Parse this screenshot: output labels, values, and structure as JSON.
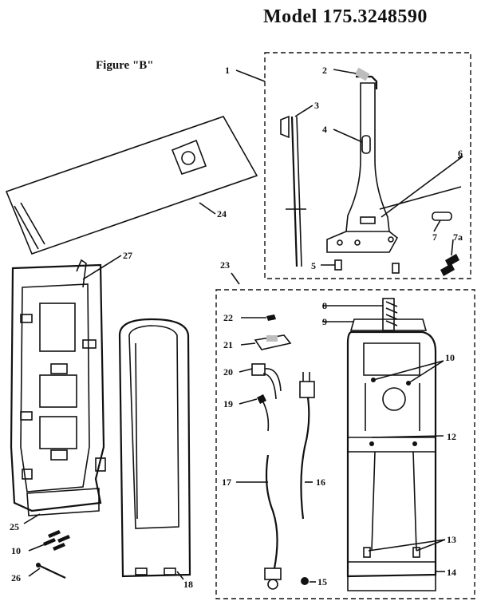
{
  "header": {
    "model": "Model 175.3248590",
    "figure": "Figure \"B\""
  },
  "callouts": [
    {
      "id": "1",
      "text": "1"
    },
    {
      "id": "2",
      "text": "2"
    },
    {
      "id": "3",
      "text": "3"
    },
    {
      "id": "4",
      "text": "4"
    },
    {
      "id": "5",
      "text": "5"
    },
    {
      "id": "6",
      "text": "6"
    },
    {
      "id": "7",
      "text": "7"
    },
    {
      "id": "7a",
      "text": "7a"
    },
    {
      "id": "8",
      "text": "8"
    },
    {
      "id": "9",
      "text": "9"
    },
    {
      "id": "10",
      "text": "10"
    },
    {
      "id": "10b",
      "text": "10"
    },
    {
      "id": "12",
      "text": "12"
    },
    {
      "id": "13",
      "text": "13"
    },
    {
      "id": "14",
      "text": "14"
    },
    {
      "id": "15",
      "text": "15"
    },
    {
      "id": "16",
      "text": "16"
    },
    {
      "id": "17",
      "text": "17"
    },
    {
      "id": "18",
      "text": "18"
    },
    {
      "id": "19",
      "text": "19"
    },
    {
      "id": "20",
      "text": "20"
    },
    {
      "id": "21",
      "text": "21"
    },
    {
      "id": "22",
      "text": "22"
    },
    {
      "id": "23",
      "text": "23"
    },
    {
      "id": "24",
      "text": "24"
    },
    {
      "id": "25",
      "text": "25"
    },
    {
      "id": "26",
      "text": "26"
    },
    {
      "id": "27",
      "text": "27"
    }
  ]
}
